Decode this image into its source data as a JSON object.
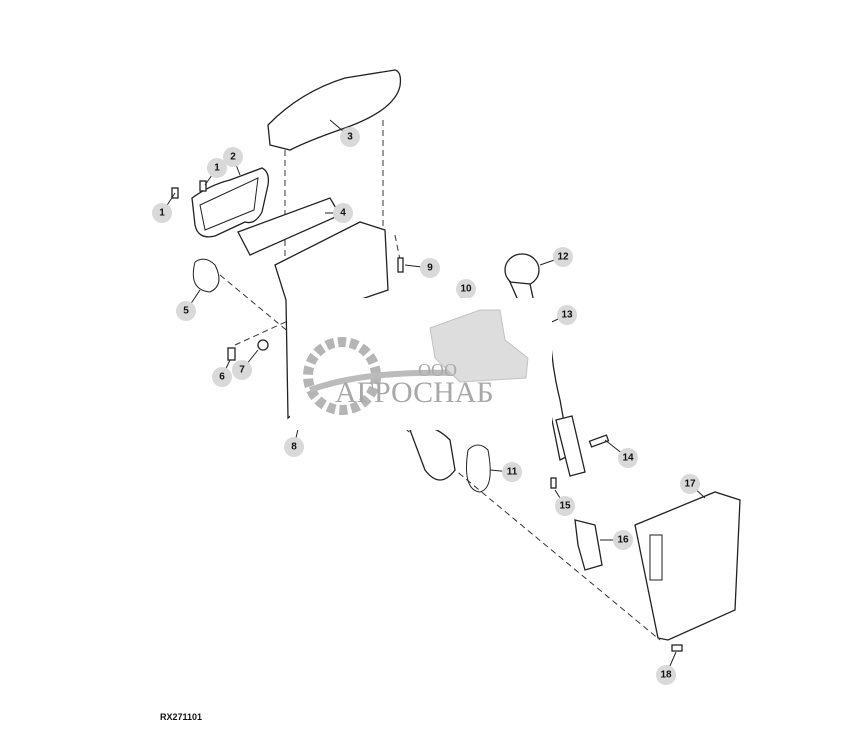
{
  "figure_code": "RX271101",
  "watermark": {
    "prefix": "ООО",
    "name": "АГРОСНАБ"
  },
  "callouts": [
    "1",
    "1",
    "2",
    "3",
    "4",
    "5",
    "6",
    "7",
    "8",
    "9",
    "10",
    "11",
    "12",
    "13",
    "14",
    "15",
    "16",
    "17",
    "18"
  ]
}
